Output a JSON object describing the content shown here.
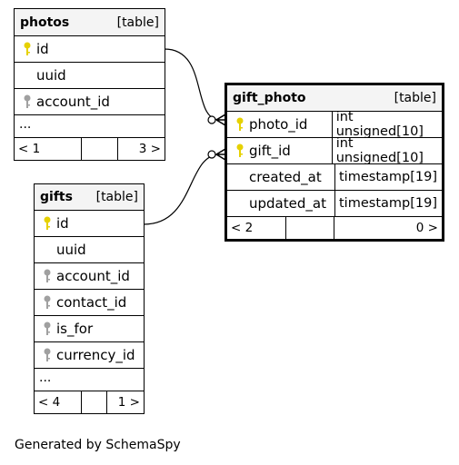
{
  "tables": {
    "photos": {
      "name": "photos",
      "type_label": "[table]",
      "columns": [
        {
          "name": "id",
          "key": "primary"
        },
        {
          "name": "uuid",
          "key": "none"
        },
        {
          "name": "account_id",
          "key": "foreign"
        }
      ],
      "ellipsis": "...",
      "footer": {
        "left": "< 1",
        "right": "3 >"
      }
    },
    "gift_photo": {
      "name": "gift_photo",
      "type_label": "[table]",
      "columns": [
        {
          "name": "photo_id",
          "key": "primary",
          "type": "int unsigned[10]"
        },
        {
          "name": "gift_id",
          "key": "primary",
          "type": "int unsigned[10]"
        },
        {
          "name": "created_at",
          "key": "none",
          "type": "timestamp[19]"
        },
        {
          "name": "updated_at",
          "key": "none",
          "type": "timestamp[19]"
        }
      ],
      "footer": {
        "left": "< 2",
        "right": "0 >"
      }
    },
    "gifts": {
      "name": "gifts",
      "type_label": "[table]",
      "columns": [
        {
          "name": "id",
          "key": "primary"
        },
        {
          "name": "uuid",
          "key": "none"
        },
        {
          "name": "account_id",
          "key": "foreign"
        },
        {
          "name": "contact_id",
          "key": "foreign"
        },
        {
          "name": "is_for",
          "key": "foreign"
        },
        {
          "name": "currency_id",
          "key": "foreign"
        }
      ],
      "ellipsis": "...",
      "footer": {
        "left": "< 4",
        "right": "1 >"
      }
    }
  },
  "colors": {
    "primary_key": "#e6d100",
    "foreign_key": "#a0a0a0",
    "header_bg": "#f4f4f4"
  },
  "caption": "Generated by SchemaSpy"
}
